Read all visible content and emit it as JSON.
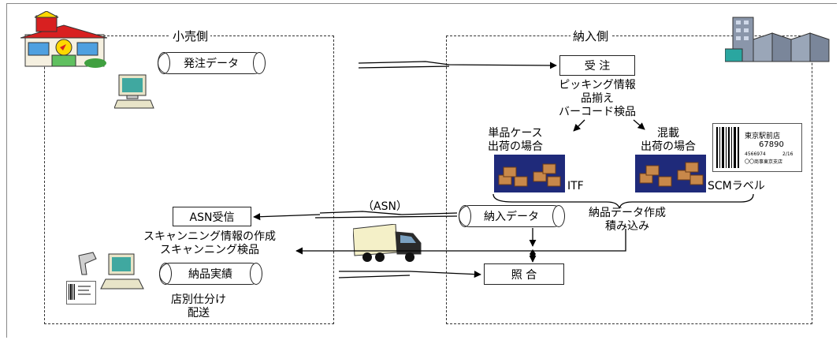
{
  "retail": {
    "title": "小売側",
    "order_data": "発注データ",
    "asn_receive": "ASN受信",
    "scan_info": [
      "スキャンニング情報の作成",
      "スキャンニング検品"
    ],
    "delivery_record": "納品実績",
    "store_sort": [
      "店別仕分け",
      "配送"
    ]
  },
  "supplier": {
    "title": "納入側",
    "order_receive": "受 注",
    "picking": [
      "ピッキング情報",
      "品揃え",
      "バーコード検品"
    ],
    "single_case": [
      "単品ケース",
      "出荷の場合"
    ],
    "mixed": [
      "混載",
      "出荷の場合"
    ],
    "itf": "ITF",
    "scm_label": "SCMラベル",
    "delivery_data": "納入データ",
    "create_data": [
      "納品データ作成",
      "積み込み"
    ],
    "match": "照 合"
  },
  "asn_label": "（ASN）",
  "label_card": {
    "store": "東京駅前店",
    "code": "67890",
    "company": "〇〇商事東京支店",
    "small1": "4566974",
    "small2": "2/16"
  }
}
